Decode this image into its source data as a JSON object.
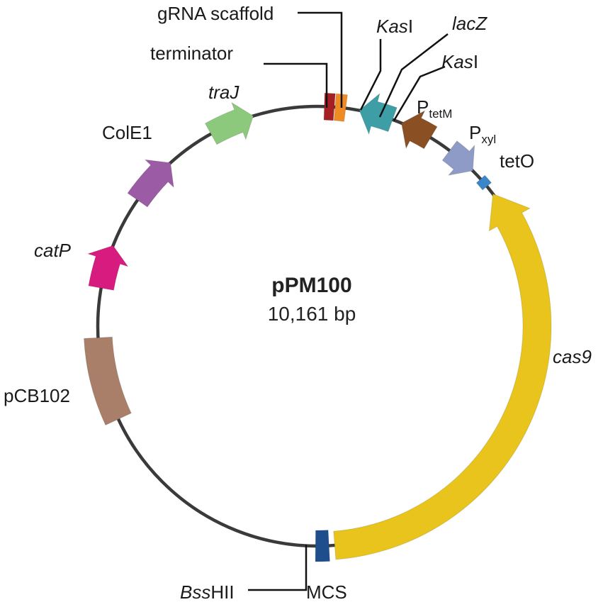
{
  "plasmid": {
    "name": "pPM100",
    "size_label": "10,161 bp"
  },
  "features": [
    {
      "id": "cas9",
      "label": "cas9",
      "italic": true,
      "type": "arrow",
      "color": "#E8C41C",
      "direction": "ccw"
    },
    {
      "id": "pCB102",
      "label": "pCB102",
      "italic": false,
      "type": "block",
      "color": "#A97F6A"
    },
    {
      "id": "catP",
      "label": "catP",
      "italic": true,
      "type": "arrow",
      "color": "#D81B7F",
      "direction": "cw"
    },
    {
      "id": "ColE1",
      "label": "ColE1",
      "italic": false,
      "type": "arrow",
      "color": "#9B5BA5",
      "direction": "cw"
    },
    {
      "id": "traJ",
      "label": "traJ",
      "italic": true,
      "type": "arrow",
      "color": "#8CC97C",
      "direction": "cw"
    },
    {
      "id": "terminator",
      "label": "terminator",
      "italic": false,
      "type": "block",
      "color": "#A51F24"
    },
    {
      "id": "gRNA_scaffold",
      "label": "gRNA scaffold",
      "italic": false,
      "type": "block",
      "color": "#EE8B24"
    },
    {
      "id": "lacZ",
      "label": "lacZ",
      "italic": true,
      "type": "arrow",
      "color": "#3D9FA5",
      "direction": "ccw"
    },
    {
      "id": "P_tetM",
      "label_main": "P",
      "label_sub": "tetM",
      "type": "arrow",
      "color": "#8A4F22",
      "direction": "ccw"
    },
    {
      "id": "P_xyl",
      "label_main": "P",
      "label_sub": "xyl",
      "type": "arrow",
      "color": "#8D9BC6",
      "direction": "cw"
    },
    {
      "id": "tetO",
      "label": "tetO",
      "italic": false,
      "type": "block",
      "color": "#3A86C8"
    },
    {
      "id": "MCS",
      "label": "MCS",
      "italic": false,
      "type": "block",
      "color": "#1E4F8C"
    }
  ],
  "sites": [
    {
      "id": "KasI_1",
      "label_italic": "Kas",
      "label_plain": "I"
    },
    {
      "id": "KasI_2",
      "label_italic": "Kas",
      "label_plain": "I"
    },
    {
      "id": "BssHII",
      "label_italic": "Bss",
      "label_plain": "HII"
    }
  ],
  "colors": {
    "backbone": "#3a3a3a",
    "text": "#1a1a1a"
  }
}
